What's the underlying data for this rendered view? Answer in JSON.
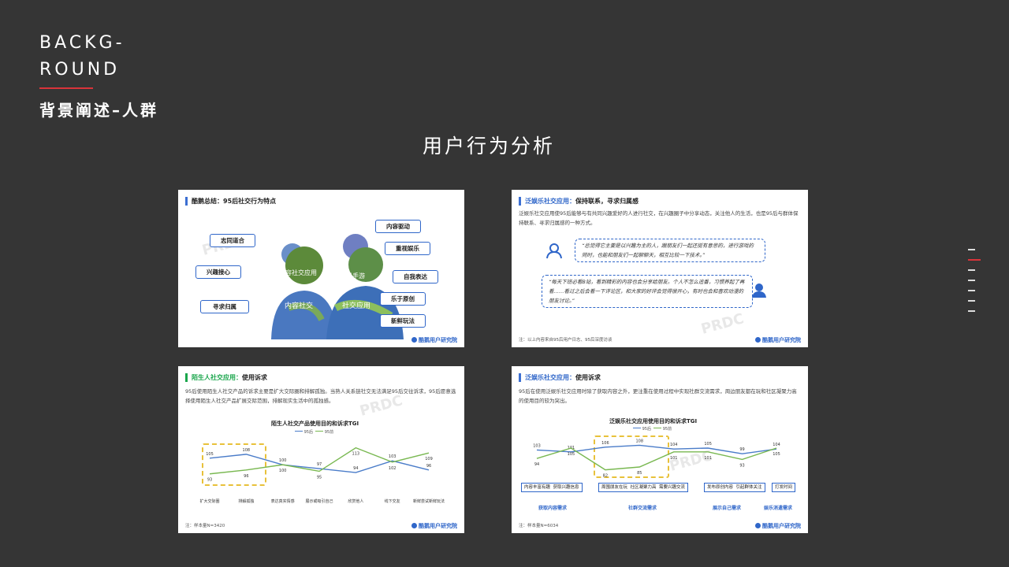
{
  "header": {
    "line1": "BACKG-",
    "line2": "ROUND",
    "subtitle": "背景阐述–人群"
  },
  "main_title": "用户行为分析",
  "panel1": {
    "title_prefix": "酷鹅总结：",
    "title_rest": "95后社交行为特点",
    "bubbles": [
      "志同道合",
      "兴趣接心",
      "寻求归属",
      "内容驱动",
      "重视娱乐",
      "自我表达",
      "乐于原创",
      "新鲜玩法"
    ],
    "logo": "酷鹅用户研究院"
  },
  "panel2": {
    "title_accent": "泛娱乐社交应用：",
    "title_rest": "保持联系，寻求归属感",
    "para": "泛娱乐社交应用使95后能够与有共同兴趣爱好的人进行社交，在兴趣圈子中分享动态，关注他人的生活，也是95后与群体保持联系、寻求归属感的一种方式。",
    "quote1": "“总觉得它主要是以兴趣为主的人，跟朋友们一起还挺有意思的，进行游戏的同时，也能和朋友们一起聊聊天，相互比较一下技术。”",
    "quote2": "“每天下班必看B站，看到精彩的内容也会分享给朋友。个人不怎么追番，习惯养起了再看……看过之后会看一下评论区，和大家的好评会觉得很开心，有时也会和喜欢动漫的朋友讨论。”",
    "note": "注：以上内容来自95后用户日志、95后深度访谈",
    "logo": "酷鹅用户研究院"
  },
  "panel3": {
    "title_accent": "陌生人社交应用：",
    "title_rest": "使用诉求",
    "para": "95后使用陌生人社交产品的诉求主要是扩大交际圈和排解孤独。当熟人关系链社交无法满足95后交往诉求，95后愿意选择使用陌生人社交产品扩展交际范围，排解现实生活中的孤独感。",
    "chart_title": "陌生人社交产品使用目的和诉求TGI",
    "note": "注：样本量N=3420",
    "logo": "酷鹅用户研究院"
  },
  "panel4": {
    "title_accent": "泛娱乐社交应用：",
    "title_rest": "使用诉求",
    "para": "95后在使用泛娱乐社交应用时除了获取内容之外，更注重在使用过程中实现社群交流需求，周边朋友都在玩和社区凝聚力高的使用目的较为突出。",
    "chart_title": "泛娱乐社交应用使用目的和诉求TGI",
    "boxes": [
      "内容丰富有趣",
      "获取兴趣信息",
      "周围朋友在玩",
      "社区凝聚力高",
      "需要兴趣交流",
      "发布原创内容",
      "引起群体关注",
      "打发时间"
    ],
    "groups": [
      "获取内容需求",
      "社群交流需求",
      "展示自己需求",
      "娱乐消遣需求"
    ],
    "note": "注：样本量N=6034",
    "logo": "酷鹅用户研究院"
  },
  "chart_data": [
    {
      "type": "line",
      "title": "陌生人社交产品使用目的和诉求TGI",
      "categories": [
        "扩大交际圈",
        "排解孤独",
        "表达真实情感",
        "展示或吸引自己",
        "欣赏他人",
        "线下交友",
        "新鲜尝试新鲜玩法"
      ],
      "series": [
        {
          "name": "95后",
          "color": "#4a7cc9",
          "values": [
            105,
            108,
            100,
            97,
            94,
            103,
            96
          ]
        },
        {
          "name": "95前",
          "color": "#79b851",
          "values": [
            93,
            96,
            100,
            95,
            113,
            102,
            109
          ]
        }
      ],
      "ylim": [
        85,
        120
      ]
    },
    {
      "type": "line",
      "title": "泛娱乐社交应用使用目的和诉求TGI",
      "series": [
        {
          "name": "95后",
          "color": "#4a7cc9",
          "values": [
            103,
            101,
            106,
            108,
            104,
            105,
            99,
            104
          ]
        },
        {
          "name": "95前",
          "color": "#79b851",
          "values": [
            94,
            105,
            82,
            85,
            101,
            101,
            93,
            105
          ]
        }
      ],
      "ylim": [
        75,
        115
      ]
    }
  ]
}
